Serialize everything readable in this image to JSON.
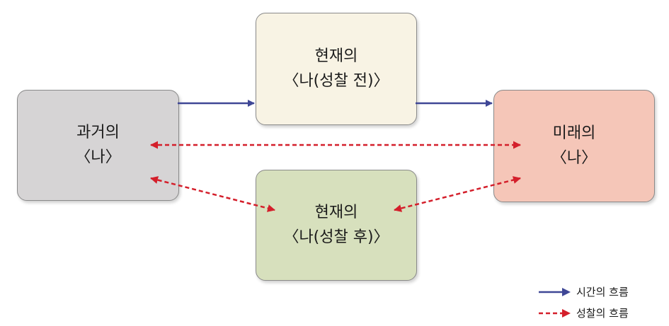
{
  "boxes": {
    "past": {
      "line1": "과거의",
      "line2": "〈나〉",
      "fill": "#d6d4d5"
    },
    "present_before": {
      "line1": "현재의",
      "line2": "〈나(성찰 전)〉",
      "fill": "#f8f3e4"
    },
    "future": {
      "line1": "미래의",
      "line2": "〈나〉",
      "fill": "#f5c6b8"
    },
    "present_after": {
      "line1": "현재의",
      "line2": "〈나(성찰 후)〉",
      "fill": "#d7e0bd"
    }
  },
  "legend": {
    "time_flow": "시간의 흐름",
    "reflection_flow": "성찰의 흐름"
  },
  "colors": {
    "time_arrow": "#3f4796",
    "reflection_arrow": "#d41f2b"
  }
}
